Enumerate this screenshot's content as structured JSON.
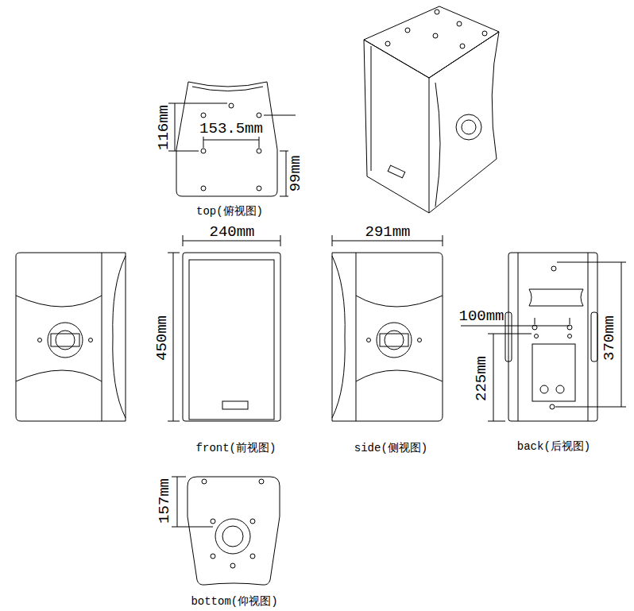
{
  "diagram": {
    "labels": [
      "116mm",
      "153.5mm",
      "99mm",
      "top(俯视图)",
      "240mm",
      "450mm",
      "291mm",
      "100mm",
      "370mm",
      "225mm",
      "front(前视图)",
      "side(侧视图)",
      "back(后视图)",
      "157mm",
      "bottom(仰视图)"
    ]
  }
}
